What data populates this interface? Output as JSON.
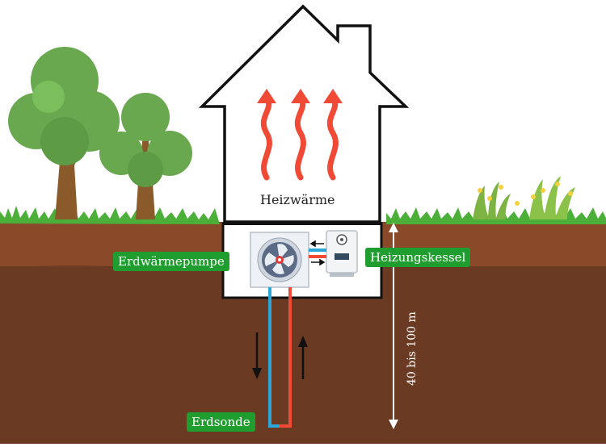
{
  "labels": {
    "heat": "Heizwärme",
    "heat_pump": "Erdwärmepumpe",
    "boiler": "Heizungskessel",
    "probe": "Erdsonde",
    "depth": "40 bis 100 m"
  },
  "colors": {
    "soil_top": "#8a4a2a",
    "soil": "#6b3a22",
    "grass": "#4caf3a",
    "label_bg": "#1f9d2f",
    "hot": "#f04a36",
    "cold": "#2aa6d8",
    "tree_leaf": "#6aa84f",
    "tree_trunk": "#8b5a2b"
  }
}
